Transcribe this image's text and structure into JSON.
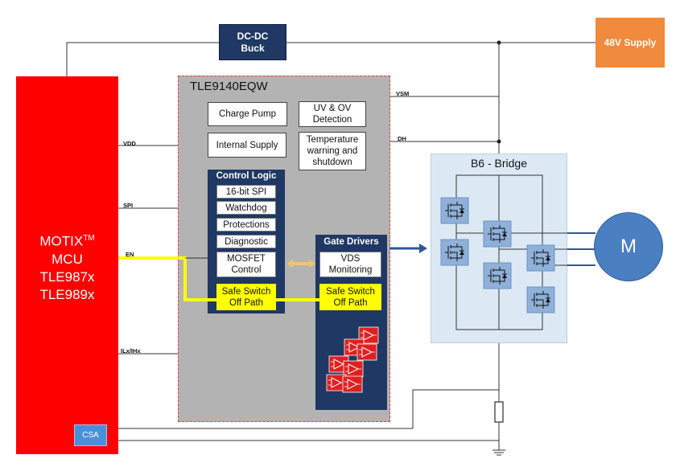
{
  "blocks": {
    "dcdc": {
      "line1": "DC-DC",
      "line2": "Buck"
    },
    "supply": "48V Supply",
    "mcu": {
      "line1": "MOTIX",
      "tm": "TM",
      "line2": "MCU",
      "line3": "TLE987x",
      "line4": "TLE989x"
    },
    "csa": "CSA",
    "ic_title": "TLE9140EQW",
    "charge_pump": "Charge Pump",
    "uv_ov": {
      "line1": "UV & OV",
      "line2": "Detection"
    },
    "internal_supply": "Internal Supply",
    "temperature": {
      "line1": "Temperature",
      "line2": "warning and",
      "line3": "shutdown"
    },
    "control_logic": {
      "title": "Control Logic",
      "items": [
        "16-bit SPI",
        "Watchdog",
        "Protections",
        "Diagnostic"
      ],
      "mosfet": {
        "line1": "MOSFET",
        "line2": "Control"
      },
      "safe_switch": {
        "line1": "Safe Switch",
        "line2": "Off Path"
      }
    },
    "gate_drivers": {
      "title": "Gate Drivers",
      "vds": {
        "line1": "VDS",
        "line2": "Monitoring"
      },
      "safe_switch": {
        "line1": "Safe Switch",
        "line2": "Off Path"
      }
    },
    "bridge_title": "B6 - Bridge",
    "motor": "M"
  },
  "signals": {
    "vdd": "VDD",
    "spi": "SPI",
    "en": "EN",
    "ilx": "ILx/IHx",
    "vsm": "VSM",
    "dh": "DH"
  },
  "colors": {
    "mcu": "#ff0000",
    "ic_bg": "#b3b3b3",
    "navy": "#1f3864",
    "supply": "#f08a3c",
    "en_line": "#ffff00",
    "bridge_bg": "#dce9f5",
    "motor": "#4a7fc1",
    "amp_red": "#e02020"
  }
}
